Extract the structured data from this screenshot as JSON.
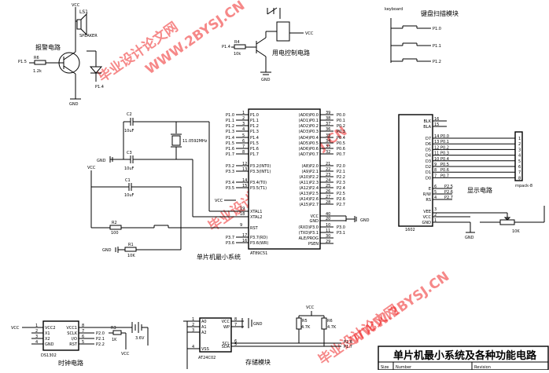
{
  "title": "单片机最小系统及各种功能电路",
  "watermarks": [
    "毕业设计论文网",
    "WWW.2BYSJ.CN"
  ],
  "title_block": {
    "size_label": "Size",
    "number_label": "Number",
    "revision_label": "Revision"
  },
  "sections": {
    "alarm": "报警电路",
    "relay": "用电控制电路",
    "keyboard_en": "keyboard",
    "keyboard_cn": "键盘扫描模块",
    "mcu": "单片机最小系统",
    "display": "显示电路",
    "clock": "时钟电路",
    "storage": "存储模块"
  },
  "power": {
    "vcc": "VCC",
    "gnd": "GND"
  },
  "alarm": {
    "speaker_ref": "LS1",
    "speaker_label": "SPEAKER",
    "r_ref": "R6",
    "r_val": "1.2k",
    "pin_in": "P1.5",
    "pin_led": "P1.4"
  },
  "relay": {
    "r_ref": "R4",
    "r_val": "10k",
    "pin": "P1.4"
  },
  "keys": [
    {
      "pin": "P1.0"
    },
    {
      "pin": "P1.1"
    },
    {
      "pin": "P1.2"
    }
  ],
  "mcu": {
    "ref": "AT89C51",
    "left_pins": [
      "P1.0",
      "P1.1",
      "P1.2",
      "P1.3",
      "P1.4",
      "P1.5",
      "P1.6",
      "P1.7",
      "P3.2(INT0)",
      "P3.3(INT1)",
      "P3.4(T0)",
      "P3.5(T1)"
    ],
    "left_nums": [
      "1",
      "2",
      "3",
      "4",
      "5",
      "6",
      "7",
      "8",
      "12",
      "13",
      "14",
      "15"
    ],
    "left_nets": [
      "P1.0",
      "P1.1",
      "P1.2",
      "P1.3",
      "P1.4",
      "P1.5",
      "P1.6",
      "P1.7",
      "P3.2",
      "P3.3",
      "P3.4",
      "P3.5"
    ],
    "xtal1": "XTAL1",
    "xtal2": "XTAL2",
    "rst": "RST",
    "xtal_nums": [
      "19",
      "18",
      "9"
    ],
    "right_pins": [
      "(AD0)P0.0",
      "(AD1)P0.1",
      "(AD2)P0.2",
      "(AD3)P0.3",
      "(AD4)P0.4",
      "(AD5)P0.5",
      "(AD6)P0.6",
      "(AD7)P0.7",
      "(A8)P2.0",
      "(A9)P2.1",
      "(A10)P2.2",
      "(A11)P2.3",
      "(A12)P2.4",
      "(A13)P2.5",
      "(A14)P2.6",
      "(A15)P2.7"
    ],
    "right_nums": [
      "39",
      "38",
      "37",
      "36",
      "35",
      "34",
      "33",
      "32",
      "21",
      "22",
      "23",
      "24",
      "25",
      "26",
      "27",
      "28"
    ],
    "right_nets": [
      "P0.0",
      "P0.1",
      "P0.2",
      "P0.3",
      "P0.4",
      "P0.5",
      "P0.6",
      "P0.7",
      "P2.0",
      "P2.1",
      "P2.2",
      "P2.3",
      "P2.4",
      "P2.5",
      "P2.6",
      "P2.7"
    ],
    "bottom_right": [
      "VCC",
      "GND",
      "(RXD)P3.0",
      "(TXD)P3.1",
      "ALE/PROG",
      "PSEN"
    ],
    "bottom_right_nums": [
      "40",
      "20",
      "10",
      "11",
      "30",
      "29"
    ],
    "bottom_right_nets": [
      "",
      "",
      "P3.0",
      "P3.1",
      "",
      ""
    ],
    "bottom_left": [
      "P3.7(RD)",
      "P3.6(WR)"
    ],
    "bottom_left_nums": [
      "17",
      "16"
    ],
    "bottom_left_nets": [
      "P3.7",
      "P3.6"
    ]
  },
  "parts": {
    "c2": {
      "ref": "C2",
      "val": "10uF"
    },
    "c3": {
      "ref": "C3",
      "val": "10uF"
    },
    "c1": {
      "ref": "C1",
      "val": "10uF"
    },
    "crystal": {
      "val": "11.0592MHz"
    },
    "r2": {
      "ref": "R2",
      "val": "100"
    },
    "r1": {
      "ref": "R1",
      "val": "10K"
    },
    "r3": {
      "ref": "R3",
      "val": "1K"
    },
    "r5": {
      "ref": "R5",
      "val": "4.7K"
    },
    "r6s": {
      "ref": "R6",
      "val": "4.7K"
    },
    "battery": {
      "val": "3.6V"
    },
    "pot": {
      "val": "10K"
    }
  },
  "lcd": {
    "ref": "1602",
    "top": [
      {
        "name": "BLK",
        "num": "16"
      },
      {
        "name": "BLA",
        "num": "15"
      }
    ],
    "data": [
      {
        "name": "D7",
        "num": "14",
        "net": "P0.0"
      },
      {
        "name": "D6",
        "num": "13",
        "net": "P0.1"
      },
      {
        "name": "D5",
        "num": "12",
        "net": "P0.2"
      },
      {
        "name": "D4",
        "num": "11",
        "net": "P0.3"
      },
      {
        "name": "D3",
        "num": "10",
        "net": "P0.4"
      },
      {
        "name": "D2",
        "num": "9",
        "net": "P0.5"
      },
      {
        "name": "D1",
        "num": "8",
        "net": "P0.6"
      },
      {
        "name": "D0",
        "num": "7",
        "net": "P0.7"
      }
    ],
    "ctrl": [
      {
        "name": "E",
        "num": "6",
        "net": "P2.5"
      },
      {
        "name": "R/W",
        "num": "5",
        "net": "P2.6"
      },
      {
        "name": "RS",
        "num": "4",
        "net": "P2.7"
      }
    ],
    "pwr": [
      {
        "name": "VEE",
        "num": "3"
      },
      {
        "name": "VCC",
        "num": "2"
      },
      {
        "name": "GND",
        "num": "1"
      }
    ],
    "header_ref": "rnpack-8",
    "header_nums": [
      "1",
      "2",
      "3",
      "4",
      "5",
      "6",
      "7",
      "8"
    ]
  },
  "rtc": {
    "ref": "DS1302",
    "left": [
      {
        "name": "VCC2",
        "num": "1"
      },
      {
        "name": "X1",
        "num": "2"
      },
      {
        "name": "X2",
        "num": "3"
      },
      {
        "name": "GND",
        "num": "4"
      }
    ],
    "right": [
      {
        "name": "VCC1",
        "num": "8",
        "net": ""
      },
      {
        "name": "SCLK",
        "num": "7",
        "net": "P2.0"
      },
      {
        "name": "I/O",
        "num": "6",
        "net": "P2.1"
      },
      {
        "name": "RST",
        "num": "5",
        "net": "P2.2"
      }
    ]
  },
  "eeprom": {
    "ref": "AT24C02",
    "left": [
      {
        "name": "A0",
        "num": "1"
      },
      {
        "name": "A1",
        "num": "2"
      },
      {
        "name": "A2",
        "num": "3"
      },
      {
        "name": "VSS",
        "num": "4"
      }
    ],
    "right": [
      {
        "name": "VCC",
        "num": "8"
      },
      {
        "name": "WP",
        "num": "7"
      },
      {
        "name": "SCL",
        "num": "6"
      },
      {
        "name": "SDA",
        "num": "5"
      }
    ],
    "nets": [
      "P1.6",
      "P1.7"
    ]
  }
}
